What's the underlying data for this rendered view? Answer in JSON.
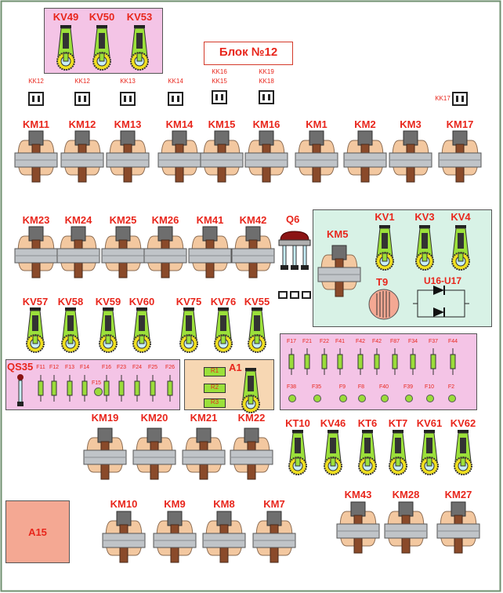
{
  "title": "Блок №12",
  "colors": {
    "background": "#ffffff",
    "frame": "#6f8f6f",
    "label": "#e8261c",
    "pink_panel": "#f4c4e6",
    "green_panel": "#d8f2e6",
    "tan_panel": "#f7d7b3",
    "a15_fill": "#f4a893",
    "contactor_body": "#f3c8a0",
    "contactor_band": "#c0c4c8",
    "contactor_core": "#8a4a2a",
    "contactor_head": "#6e6e6e",
    "relay_green": "#9be03a",
    "relay_yellow": "#f0e020",
    "fuse_green": "#9bdc3a"
  },
  "top_relays": {
    "items": [
      "KV49",
      "KV50",
      "KV53"
    ]
  },
  "thermal_relays": {
    "items": [
      "KK12",
      "KK12",
      "KK13",
      "KK14",
      [
        "KK16",
        "KK15"
      ],
      [
        "KK19",
        "KK18"
      ],
      "KK17"
    ]
  },
  "contactor_row1": {
    "items": [
      "KM11",
      "KM12",
      "KM13",
      "KM14",
      "KM15",
      "KM16",
      "KM1",
      "KM2",
      "KM3",
      "KM17"
    ]
  },
  "contactor_row2": {
    "items": [
      "KM23",
      "KM24",
      "KM25",
      "KM26",
      "KM41",
      "KM42"
    ]
  },
  "relay_row_mid": {
    "items": [
      "KV57",
      "KV58",
      "KV59",
      "KV60",
      "KV75",
      "KV76",
      "KV55"
    ]
  },
  "q6": {
    "label": "Q6"
  },
  "green_panel": {
    "contactor": "KM5",
    "relays": [
      "KV1",
      "KV3",
      "KV4"
    ],
    "transformer": "T9",
    "rectifier": "U16-U17"
  },
  "fuse_panel": {
    "top": [
      "F17",
      "F21",
      "F22",
      "F41",
      "F42",
      "F42",
      "F87",
      "F34",
      "F37",
      "F44"
    ],
    "bottom": [
      "F38",
      "F35",
      "F9",
      "F8",
      "F40",
      "F39",
      "F10",
      "F2"
    ]
  },
  "qs35_panel": {
    "switch": "QS35",
    "fuses": [
      "F11",
      "F12",
      "F13",
      "F14",
      "F16",
      "F23",
      "F24",
      "F25",
      "F26"
    ],
    "extra": "F15"
  },
  "a1_panel": {
    "label": "A1",
    "resistors": [
      "R1",
      "R2",
      "R3"
    ]
  },
  "contactor_row3": {
    "items": [
      "KM19",
      "KM20",
      "KM21",
      "KM22"
    ]
  },
  "relay_row_lower": {
    "items": [
      "KT10",
      "KV46",
      "KT6",
      "KT7",
      "KV61",
      "KV62"
    ]
  },
  "a15": {
    "label": "A15"
  },
  "contactor_row4": {
    "items": [
      "KM10",
      "KM9",
      "KM8",
      "KM7"
    ]
  },
  "contactor_row5": {
    "items": [
      "KM43",
      "KM28",
      "KM27"
    ]
  }
}
